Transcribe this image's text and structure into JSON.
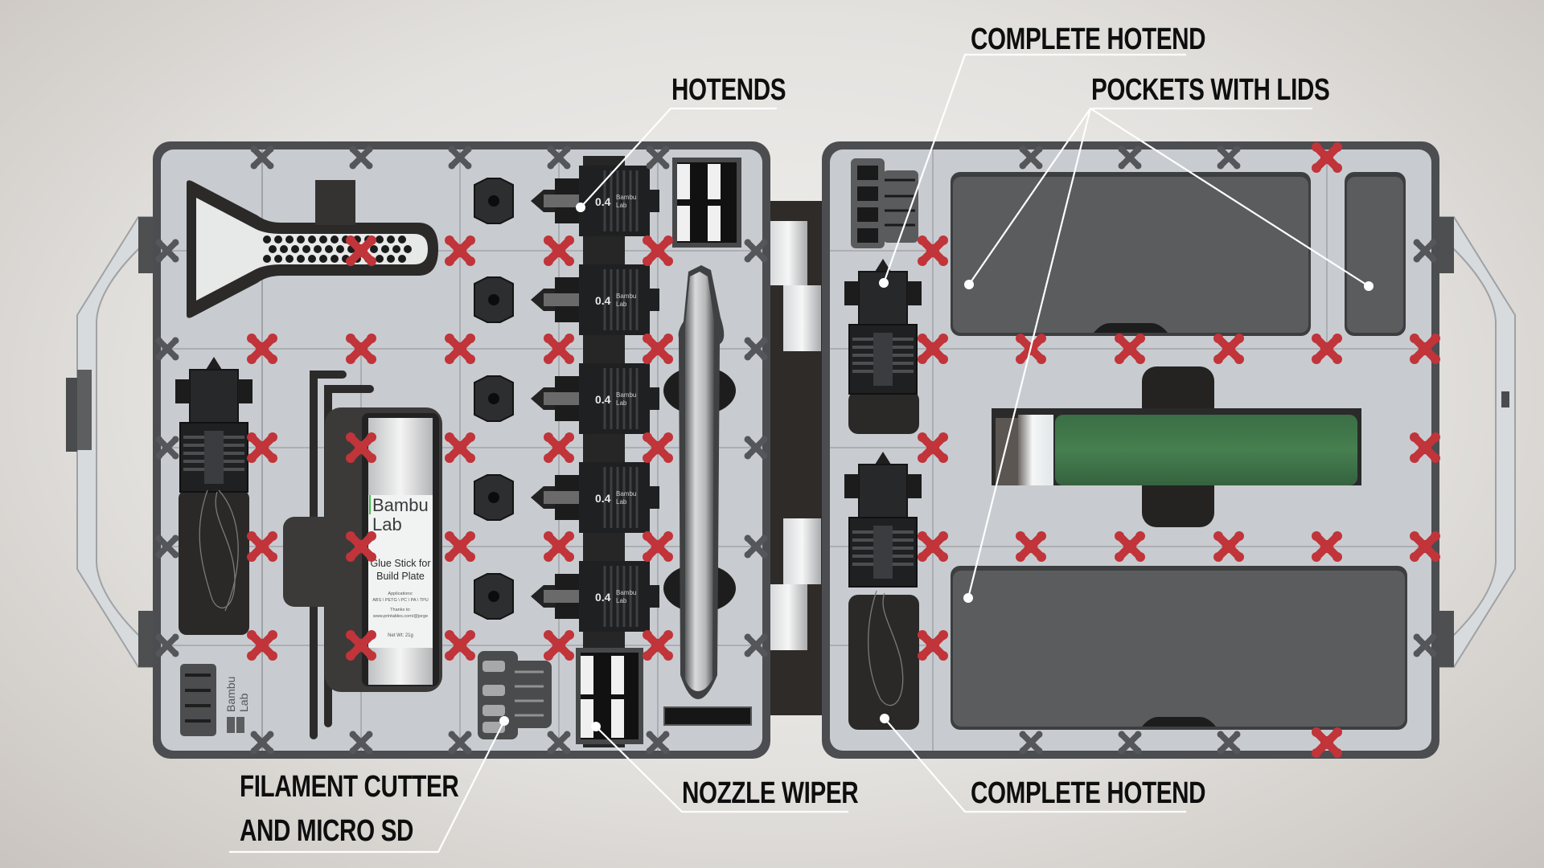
{
  "callouts": {
    "hotends": "HOTENDS",
    "complete_hotend_top": "COMPLETE HOTEND",
    "pockets_with_lids": "POCKETS WITH LIDS",
    "filament_cutter_line1": "FILAMENT CUTTER",
    "filament_cutter_line2": "AND MICRO SD",
    "nozzle_wiper": "NOZZLE WIPER",
    "complete_hotend_bottom": "COMPLETE HOTEND"
  },
  "hotend_nozzle": {
    "size_label": "0.4",
    "brand_line1": "Bambu",
    "brand_line2": "Lab",
    "count": 5
  },
  "glue_stick": {
    "brand_line1": "Bambu",
    "brand_line2": "Lab",
    "title_line1": "Glue Stick for",
    "title_line2": "Build Plate",
    "applications_label": "Applications:",
    "applications": "ABS \\ PETG \\ PC \\ PA \\ TPU",
    "thanks_label": "Thanks to:",
    "thanks_url": "www.printables.com/@jorge",
    "net_weight": "Net Wt: 21g"
  },
  "case_logo": {
    "line1": "Bambu",
    "line2": "Lab"
  },
  "colors": {
    "tray": "#c9cdd0",
    "case_frame": "#4b4d50",
    "pocket_dark": "#2c2b2a",
    "lid_gray": "#5a5c5e",
    "clip_red": "#c0343a",
    "glue_green": "#3f7a4a",
    "label_text": "#0e0e0e",
    "leader_line": "#ffffff"
  }
}
